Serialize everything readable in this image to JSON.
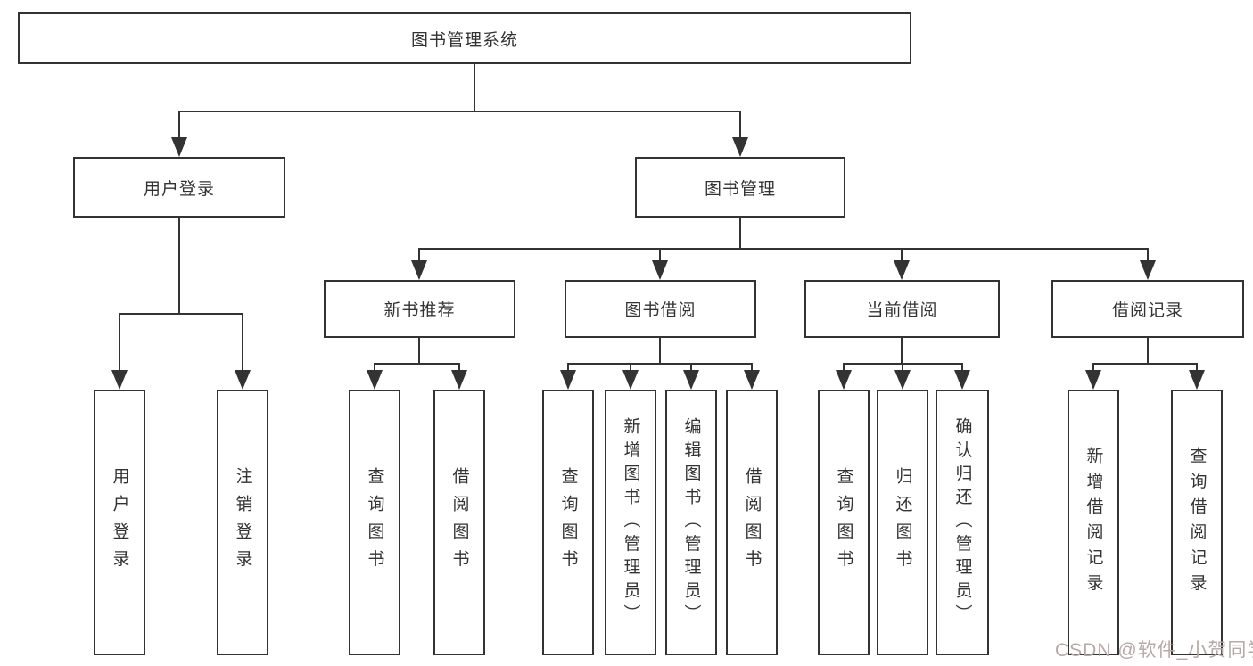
{
  "diagram": {
    "title": "图书管理系统",
    "type": "hierarchy-tree",
    "nodes": [
      {
        "id": "root",
        "label": "图书管理系统",
        "parent": null
      },
      {
        "id": "user-login-module",
        "label": "用户登录",
        "parent": "root"
      },
      {
        "id": "book-management",
        "label": "图书管理",
        "parent": "root"
      },
      {
        "id": "new-book-recommend",
        "label": "新书推荐",
        "parent": "book-management"
      },
      {
        "id": "book-borrowing",
        "label": "图书借阅",
        "parent": "book-management"
      },
      {
        "id": "current-borrowing",
        "label": "当前借阅",
        "parent": "book-management"
      },
      {
        "id": "borrowing-records",
        "label": "借阅记录",
        "parent": "book-management"
      },
      {
        "id": "user-login",
        "label": "用户登录",
        "parent": "user-login-module"
      },
      {
        "id": "logout",
        "label": "注销登录",
        "parent": "user-login-module"
      },
      {
        "id": "query-books-recommend",
        "label": "查询图书",
        "parent": "new-book-recommend"
      },
      {
        "id": "borrow-books-recommend",
        "label": "借阅图书",
        "parent": "new-book-recommend"
      },
      {
        "id": "query-books-borrowing",
        "label": "查询图书",
        "parent": "book-borrowing"
      },
      {
        "id": "add-books-admin",
        "label": "新增图书（管理员）",
        "parent": "book-borrowing"
      },
      {
        "id": "edit-books-admin",
        "label": "编辑图书（管理员）",
        "parent": "book-borrowing"
      },
      {
        "id": "borrow-books-borrowing",
        "label": "借阅图书",
        "parent": "book-borrowing"
      },
      {
        "id": "query-books-current",
        "label": "查询图书",
        "parent": "current-borrowing"
      },
      {
        "id": "return-books",
        "label": "归还图书",
        "parent": "current-borrowing"
      },
      {
        "id": "confirm-return-admin",
        "label": "确认归还（管理员）",
        "parent": "current-borrowing"
      },
      {
        "id": "add-borrow-record",
        "label": "新增借阅记录",
        "parent": "borrowing-records"
      },
      {
        "id": "query-borrow-record",
        "label": "查询借阅记录",
        "parent": "borrowing-records"
      }
    ]
  },
  "watermark": {
    "text": "CSDN @软件_小贺同学"
  },
  "colors": {
    "line": "#333333",
    "box_border": "#333333",
    "text": "#333333",
    "background": "#ffffff",
    "watermark": "#b8a8a8"
  }
}
